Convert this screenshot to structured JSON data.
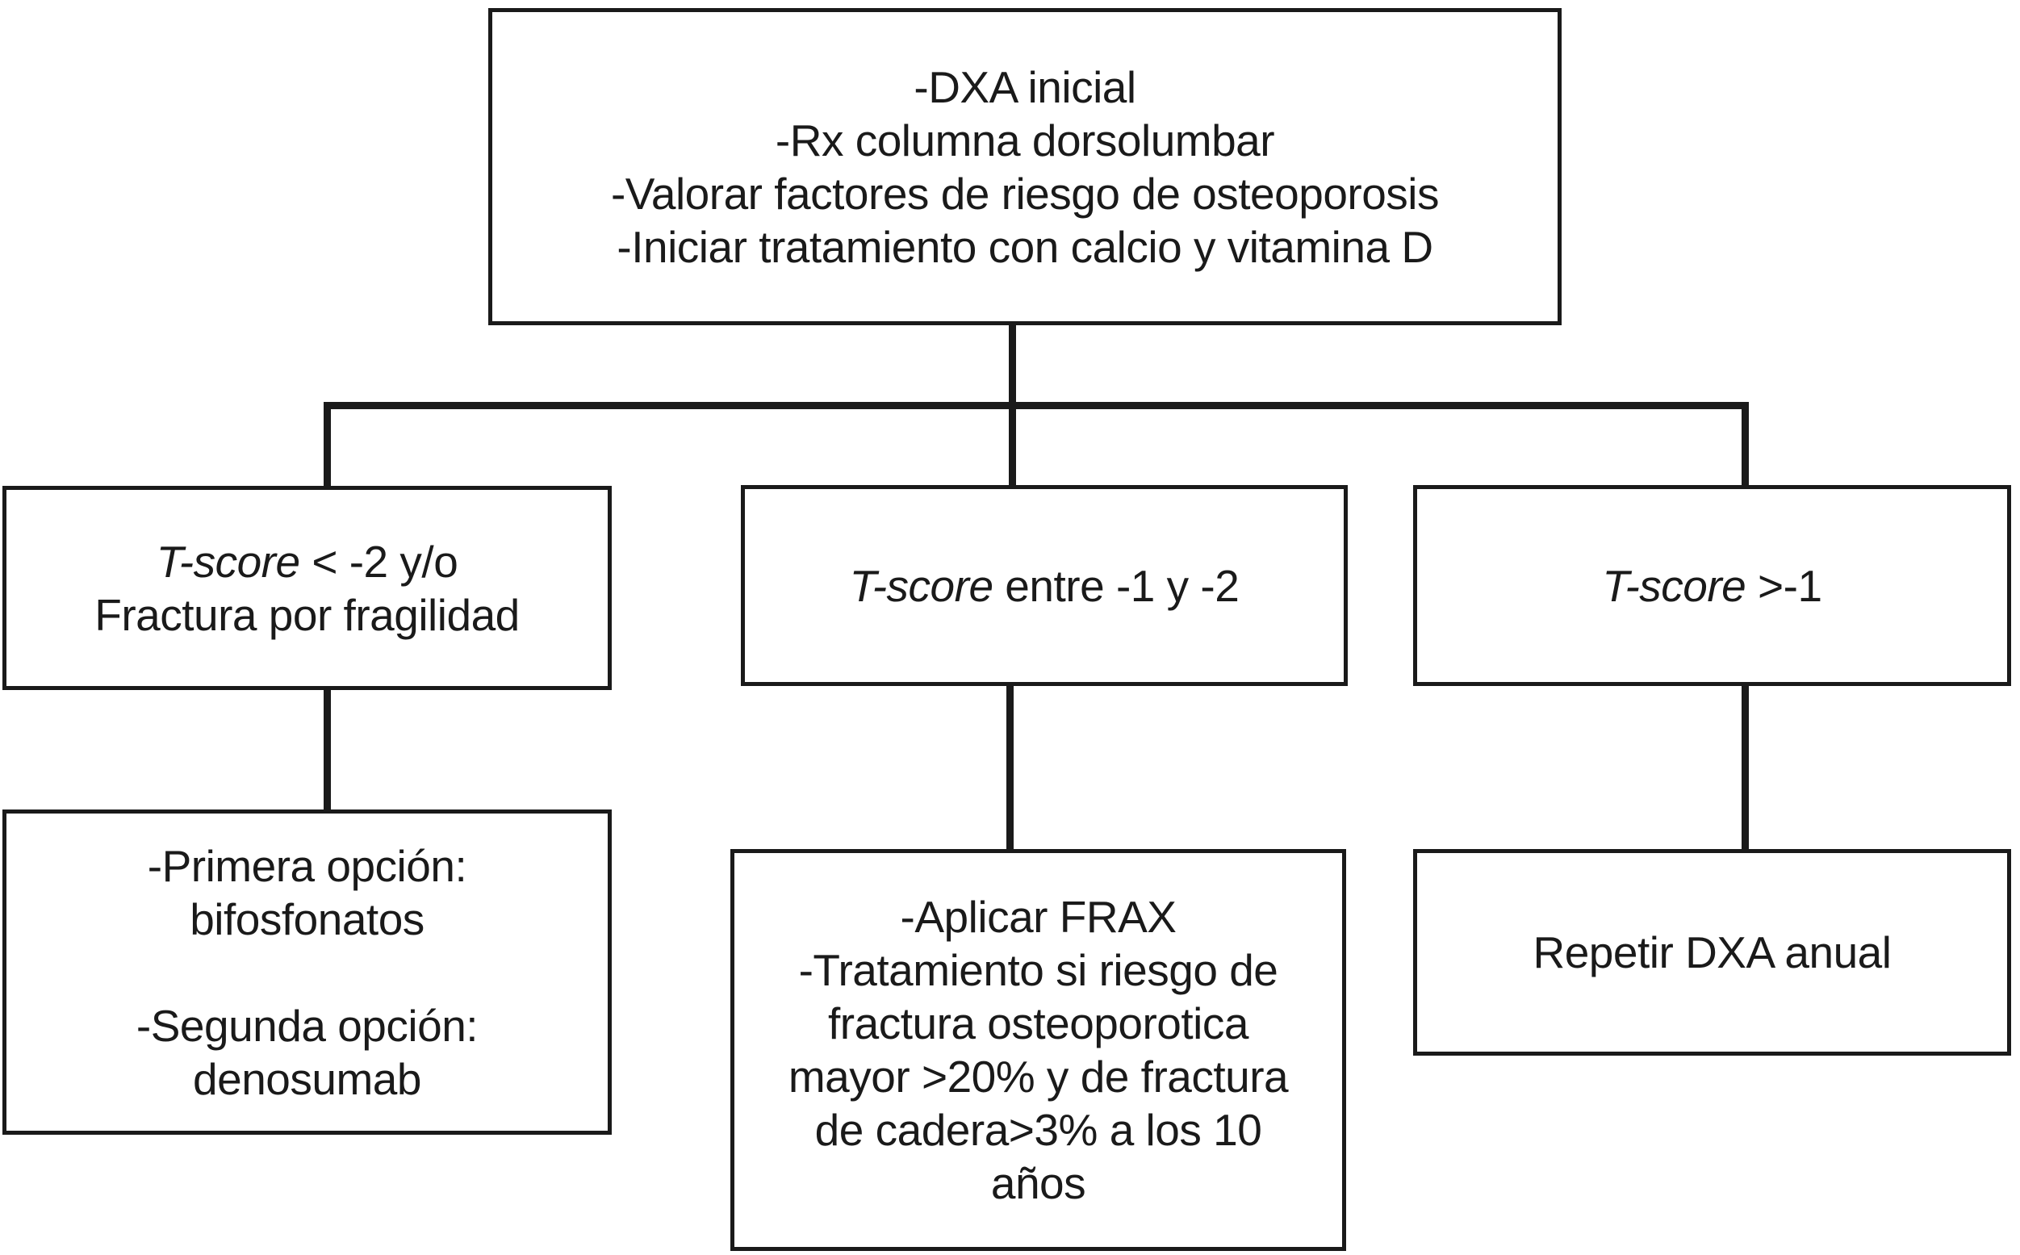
{
  "colors": {
    "ink": "#1a1a1a",
    "background": "#ffffff"
  },
  "boxes": {
    "initial": {
      "lines": [
        "-DXA inicial",
        "-Rx columna dorsolumbar",
        "-Valorar factores de riesgo de osteoporosis",
        "-Iniciar tratamiento con calcio y vitamina D"
      ]
    },
    "branch_left": {
      "term": "T-score",
      "rest": " < -2 y/o",
      "line2": "Fractura por fragilidad"
    },
    "branch_middle": {
      "term": "T-score",
      "rest": " entre -1 y -2"
    },
    "branch_right": {
      "term": "T-score",
      "rest": " >-1"
    },
    "outcome_left": {
      "para1": [
        "-Primera opción:",
        "bifosfonatos"
      ],
      "para2": [
        "-Segunda opción:",
        "denosumab"
      ]
    },
    "outcome_middle": {
      "lines": [
        "-Aplicar FRAX",
        "-Tratamiento si riesgo de",
        "fractura osteoporotica",
        "mayor >20% y de fractura",
        "de cadera>3% a los 10",
        "años"
      ]
    },
    "outcome_right": {
      "label": "Repetir DXA anual"
    }
  }
}
